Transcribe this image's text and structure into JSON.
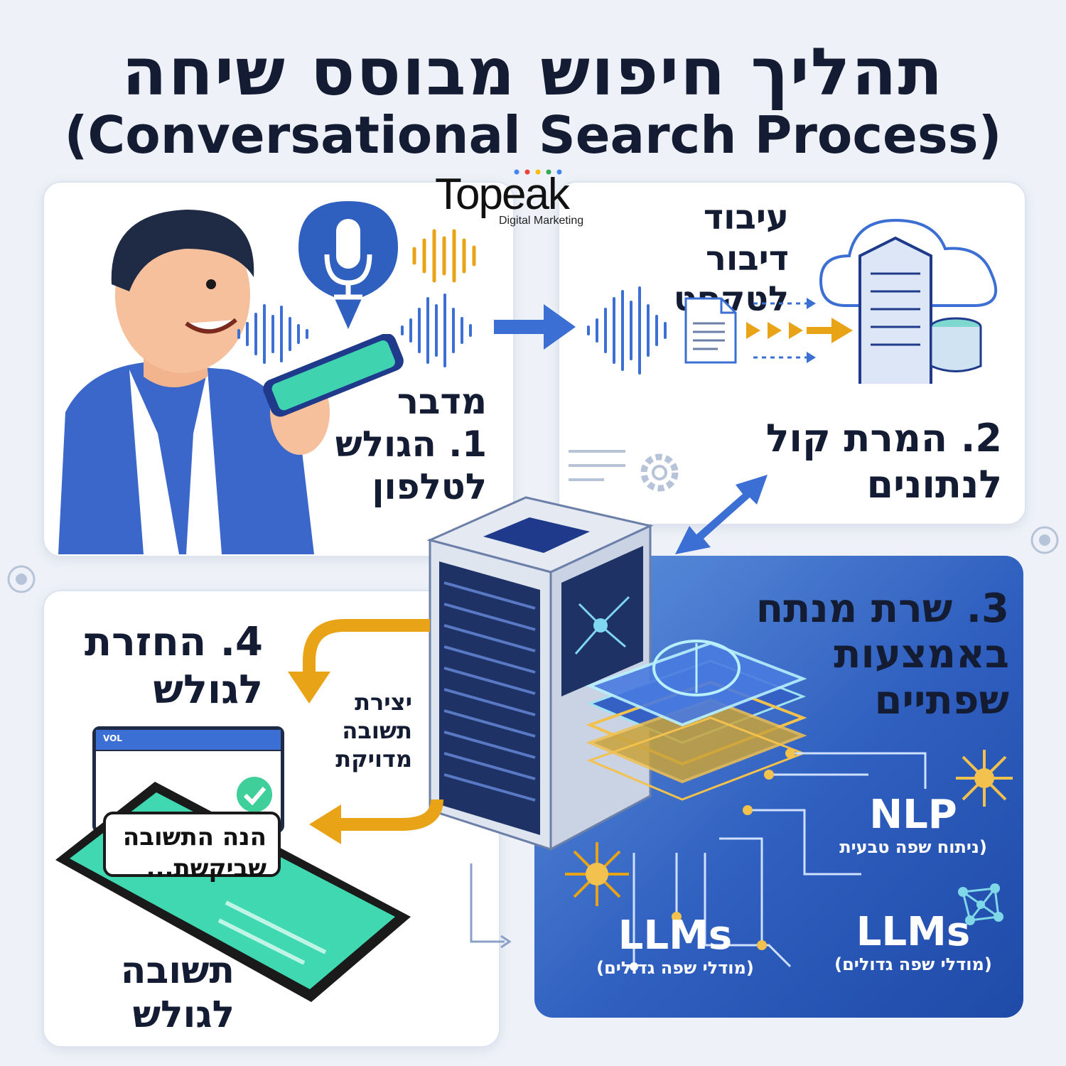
{
  "title": {
    "hebrew": "תהליך חיפוש מבוסס שיחה",
    "english": "(Conversational Search Process)"
  },
  "logo": {
    "name": "Topeak",
    "tagline": "Digital Marketing"
  },
  "steps": {
    "step1": {
      "line1": "מדבר",
      "line2": "1. הגולש",
      "line3": "לטלפון"
    },
    "step2": {
      "caption_line1": "עיבוד דיבור",
      "caption_line2": "לטקסט",
      "line1": "2. המרת קול",
      "line2": "לנתונים"
    },
    "step3": {
      "line1": "3. שרת מנתח",
      "line2": "באמצעות",
      "line3": "שפתיים"
    },
    "step4": {
      "line1": "4. החזרת",
      "line2": "לגולש",
      "caption_line1": "יצירת",
      "caption_line2": "תשובה",
      "caption_line3": "מדויקת"
    }
  },
  "phone_answer": {
    "line1": "הנה התשובה",
    "line2": "שביקשת..."
  },
  "window_label": "VOL",
  "answer_caption": {
    "line1": "תשובה",
    "line2": "לגולש"
  },
  "tech": {
    "nlp": {
      "name": "NLP",
      "desc": "(ניתוח שפה טבעית"
    },
    "llms_left": {
      "name": "LLMs",
      "desc": "(מודלי שפה גדולים)"
    },
    "llms_right": {
      "name": "LLMs",
      "desc": "(מודלי שפה גדולים)"
    }
  },
  "colors": {
    "accent_blue": "#3b6fd4",
    "accent_gold": "#e8a317",
    "panel_blue": "#2f5fbf",
    "dark_text": "#141c33"
  }
}
